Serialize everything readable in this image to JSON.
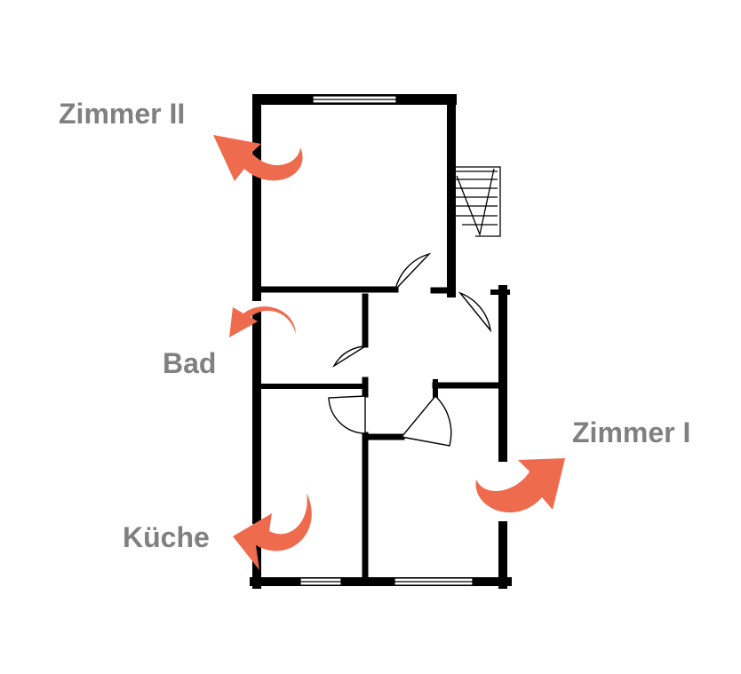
{
  "colors": {
    "wall": "#000000",
    "label": "#808080",
    "arrow": "#ee6b4d",
    "background": "#ffffff"
  },
  "rooms": [
    {
      "id": "zimmer2",
      "label": "Zimmer II",
      "arrow_icon": "curved-arrow-icon"
    },
    {
      "id": "bad",
      "label": "Bad",
      "arrow_icon": "curved-arrow-icon"
    },
    {
      "id": "zimmer1",
      "label": "Zimmer I",
      "arrow_icon": "curved-arrow-icon"
    },
    {
      "id": "kueche",
      "label": "Küche",
      "arrow_icon": "curved-arrow-icon"
    }
  ],
  "icons": {
    "stairs": "stairs-icon",
    "door": "door-swing-icon",
    "window": "window-icon"
  }
}
